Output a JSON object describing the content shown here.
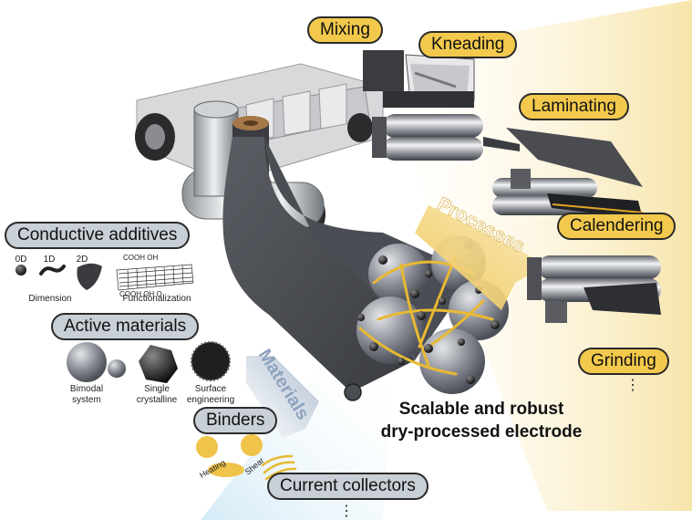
{
  "processes": {
    "label": "Processes",
    "steps": [
      "Mixing",
      "Kneading",
      "Laminating",
      "Calendering",
      "Grinding"
    ],
    "more": "⋮"
  },
  "materials": {
    "label": "Materials",
    "categories": [
      "Conductive additives",
      "Active materials",
      "Binders",
      "Current collectors"
    ],
    "more": "⋮"
  },
  "conductive": {
    "dims": [
      "0D",
      "1D",
      "2D"
    ],
    "dimension_caption": "Dimension",
    "func_groups_top": "COOH  OH",
    "func_groups_bottom": "COOH  OH    O",
    "functionalization_caption": "Functionalization"
  },
  "active": {
    "bimodal": "Bimodal system",
    "single": "Single crystalline",
    "surface": "Surface engineering"
  },
  "binders": {
    "heating": "Heating",
    "shear": "Shear"
  },
  "headline": {
    "line1": "Scalable and robust",
    "line2": "dry-processed electrode"
  },
  "colors": {
    "accent": "#f2c94c",
    "materials_arrow": "#b7c4d4",
    "particle": "#8e9098"
  }
}
